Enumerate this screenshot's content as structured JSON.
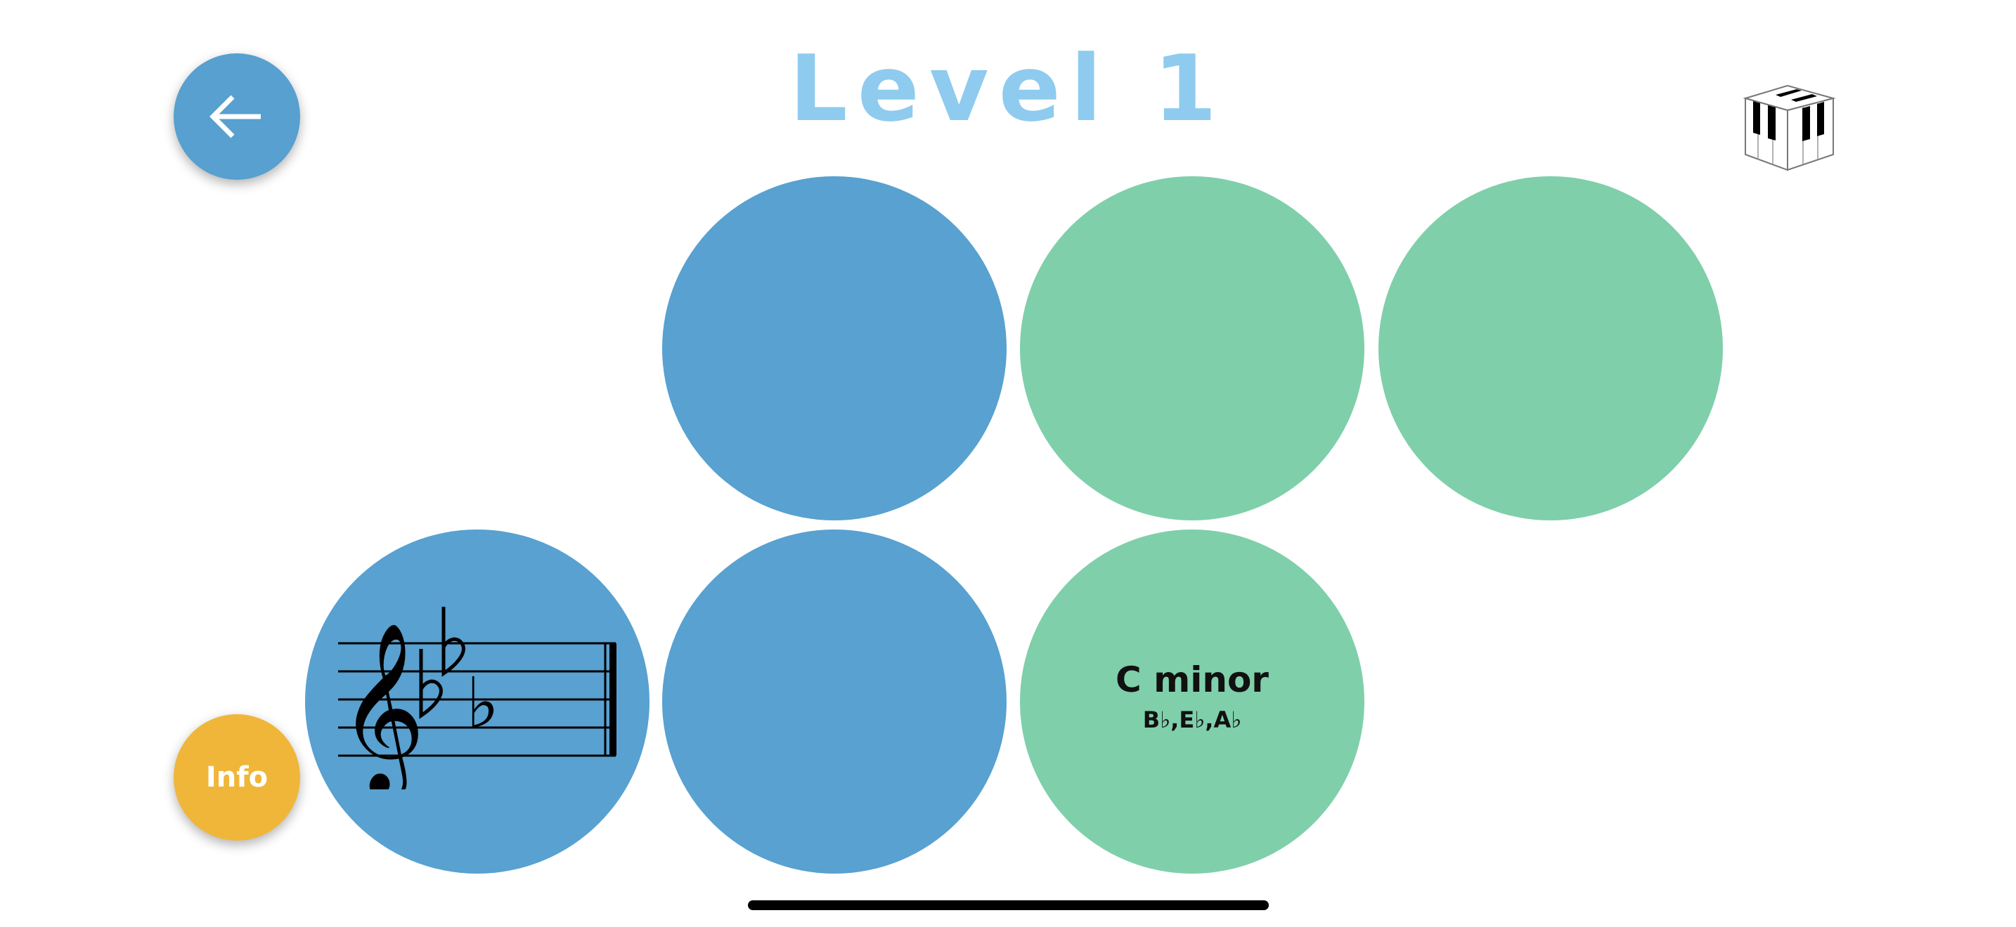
{
  "header": {
    "title": "Level 1",
    "back_icon": "arrow-left-icon",
    "piano_icon": "piano-cube-icon"
  },
  "info_button": {
    "label": "Info"
  },
  "circles": {
    "card_6": {
      "key_name": "C minor",
      "key_signature": "B♭,E♭,A♭"
    },
    "card_4": {
      "clef_symbol": "𝄞",
      "flat_symbol": "♭"
    }
  },
  "colors": {
    "blue": "#58a1d0",
    "green": "#7fcfab",
    "title": "#8ecbee",
    "info": "#f0b63a"
  }
}
